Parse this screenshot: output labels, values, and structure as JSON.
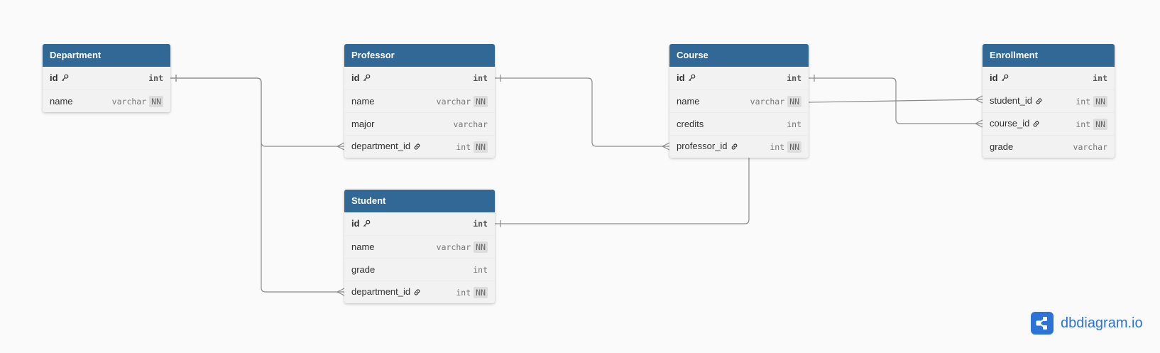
{
  "tables": [
    {
      "name": "Department",
      "fields": [
        {
          "name": "id",
          "type": "int",
          "pk": true,
          "fk": false,
          "nn": ""
        },
        {
          "name": "name",
          "type": "varchar",
          "pk": false,
          "fk": false,
          "nn": "NN"
        }
      ]
    },
    {
      "name": "Professor",
      "fields": [
        {
          "name": "id",
          "type": "int",
          "pk": true,
          "fk": false,
          "nn": ""
        },
        {
          "name": "name",
          "type": "varchar",
          "pk": false,
          "fk": false,
          "nn": "NN"
        },
        {
          "name": "major",
          "type": "varchar",
          "pk": false,
          "fk": false,
          "nn": ""
        },
        {
          "name": "department_id",
          "type": "int",
          "pk": false,
          "fk": true,
          "nn": "NN"
        }
      ]
    },
    {
      "name": "Student",
      "fields": [
        {
          "name": "id",
          "type": "int",
          "pk": true,
          "fk": false,
          "nn": ""
        },
        {
          "name": "name",
          "type": "varchar",
          "pk": false,
          "fk": false,
          "nn": "NN"
        },
        {
          "name": "grade",
          "type": "int",
          "pk": false,
          "fk": false,
          "nn": ""
        },
        {
          "name": "department_id",
          "type": "int",
          "pk": false,
          "fk": true,
          "nn": "NN"
        }
      ]
    },
    {
      "name": "Course",
      "fields": [
        {
          "name": "id",
          "type": "int",
          "pk": true,
          "fk": false,
          "nn": ""
        },
        {
          "name": "name",
          "type": "varchar",
          "pk": false,
          "fk": false,
          "nn": "NN"
        },
        {
          "name": "credits",
          "type": "int",
          "pk": false,
          "fk": false,
          "nn": ""
        },
        {
          "name": "professor_id",
          "type": "int",
          "pk": false,
          "fk": true,
          "nn": "NN"
        }
      ]
    },
    {
      "name": "Enrollment",
      "fields": [
        {
          "name": "id",
          "type": "int",
          "pk": true,
          "fk": false,
          "nn": ""
        },
        {
          "name": "student_id",
          "type": "int",
          "pk": false,
          "fk": true,
          "nn": "NN"
        },
        {
          "name": "course_id",
          "type": "int",
          "pk": false,
          "fk": true,
          "nn": "NN"
        },
        {
          "name": "grade",
          "type": "varchar",
          "pk": false,
          "fk": false,
          "nn": ""
        }
      ]
    }
  ],
  "relations": [
    {
      "from": "Department.id",
      "to": "Professor.department_id"
    },
    {
      "from": "Department.id",
      "to": "Student.department_id"
    },
    {
      "from": "Professor.id",
      "to": "Course.professor_id"
    },
    {
      "from": "Student.id",
      "to": "Enrollment.student_id"
    },
    {
      "from": "Course.id",
      "to": "Enrollment.course_id"
    }
  ],
  "brand": {
    "name": "dbdiagram.io",
    "color": "#2b73d9"
  },
  "colors": {
    "header": "#316896",
    "body": "#f2f2f2",
    "line": "#8a8a8a",
    "canvas": "#fafafa"
  },
  "icons": {
    "primary_key": "key-icon",
    "foreign_key": "link-icon"
  }
}
